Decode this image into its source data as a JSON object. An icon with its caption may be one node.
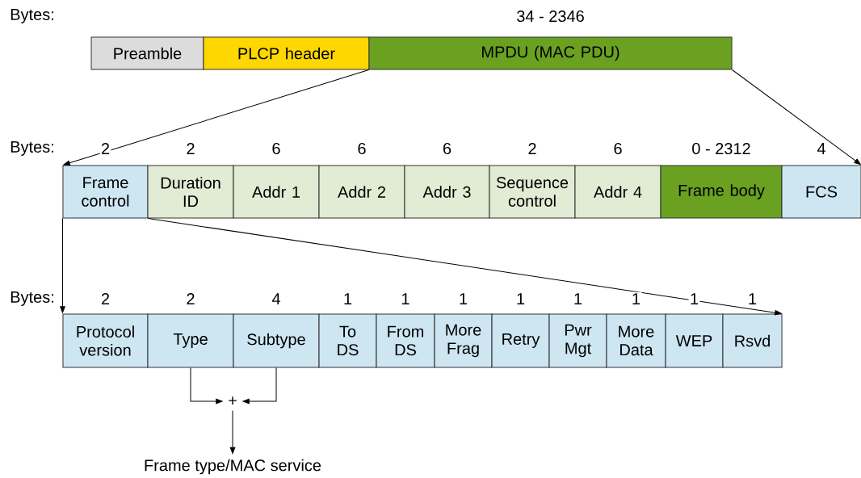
{
  "diagram": {
    "nodes": [
      {
        "text": [
          "Preamble"
        ]
      },
      {
        "text": [
          "PLCP header"
        ]
      },
      {
        "text": [
          "MPDU (MAC PDU)"
        ],
        "beside": [
          "34 - 2346"
        ]
      },
      {
        "text": [
          "Frame control"
        ],
        "beside": [
          "2"
        ]
      },
      {
        "text": [
          "Duration ID"
        ],
        "beside": [
          "2"
        ]
      },
      {
        "text": [
          "Addr 1"
        ],
        "beside": [
          "6"
        ]
      },
      {
        "text": [
          "Addr 2"
        ],
        "beside": [
          "6"
        ]
      },
      {
        "text": [
          "Addr 3"
        ],
        "beside": [
          "6"
        ]
      },
      {
        "text": [
          "Sequence control"
        ],
        "beside": [
          "2"
        ]
      },
      {
        "text": [
          "Addr 4"
        ],
        "beside": [
          "6"
        ]
      },
      {
        "text": [
          "Frame body"
        ],
        "beside": [
          "0 - 2312"
        ]
      },
      {
        "text": [
          "FCS"
        ],
        "beside": [
          "4"
        ]
      },
      {
        "text": [
          "Protocol version"
        ],
        "beside": [
          "2"
        ]
      },
      {
        "text": [
          "Type"
        ],
        "beside": [
          "2"
        ]
      },
      {
        "text": [
          "Subtype"
        ],
        "beside": [
          "4"
        ]
      },
      {
        "text": [
          "To DS"
        ],
        "beside": [
          "1"
        ]
      },
      {
        "text": [
          "From DS"
        ],
        "beside": [
          "1"
        ]
      },
      {
        "text": [
          "More Frag"
        ],
        "beside": [
          "1"
        ]
      },
      {
        "text": [
          "Retry"
        ],
        "beside": [
          "1"
        ]
      },
      {
        "text": [
          "Pwr Mgt"
        ],
        "beside": [
          "1"
        ]
      },
      {
        "text": [
          "More Data"
        ],
        "beside": [
          "1"
        ]
      },
      {
        "text": [
          "WEP"
        ],
        "beside": [
          "1"
        ]
      },
      {
        "text": [
          "Rsvd"
        ],
        "beside": [
          "1"
        ]
      },
      {
        "text": [
          "+"
        ]
      },
      {
        "text": [
          "Frame type/MAC service"
        ]
      }
    ],
    "edges": [
      {
        "from": 2,
        "to": 3,
        "arrow": "to"
      },
      {
        "from": 2,
        "to": 11,
        "arrow": "to"
      },
      {
        "from": 3,
        "to": 12,
        "arrow": "to"
      },
      {
        "from": 3,
        "to": 22,
        "arrow": "to"
      },
      {
        "from": 13,
        "to": 23,
        "arrow": "to"
      },
      {
        "from": 14,
        "to": 23,
        "arrow": "to"
      },
      {
        "from": 23,
        "to": 24,
        "arrow": "to"
      }
    ],
    "labels": [
      "Bytes:",
      "Bytes:",
      "Bytes:"
    ]
  }
}
